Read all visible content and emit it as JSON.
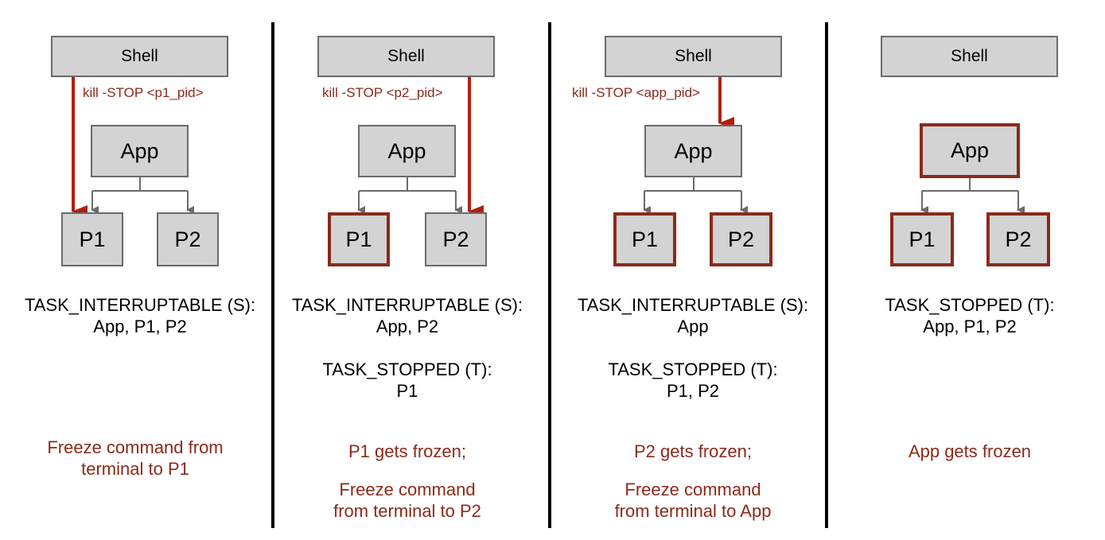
{
  "panels": [
    {
      "shell": "Shell",
      "app": "App",
      "p1": "P1",
      "p2": "P2",
      "command": "kill -STOP <p1_pid>",
      "state1_title": "TASK_INTERRUPTABLE (S):",
      "state1_list": "App, P1, P2",
      "caption1": "Freeze command from",
      "caption2": "terminal to P1"
    },
    {
      "shell": "Shell",
      "app": "App",
      "p1": "P1",
      "p2": "P2",
      "command": "kill -STOP <p2_pid>",
      "state1_title": "TASK_INTERRUPTABLE (S):",
      "state1_list": "App, P2",
      "state2_title": "TASK_STOPPED (T):",
      "state2_list": "P1",
      "caption1": "P1 gets frozen;",
      "caption2": "Freeze command",
      "caption3": "from terminal to P2"
    },
    {
      "shell": "Shell",
      "app": "App",
      "p1": "P1",
      "p2": "P2",
      "command": "kill -STOP <app_pid>",
      "state1_title": "TASK_INTERRUPTABLE (S):",
      "state1_list": "App",
      "state2_title": "TASK_STOPPED (T):",
      "state2_list": "P1, P2",
      "caption1": "P2 gets frozen;",
      "caption2": "Freeze command",
      "caption3": "from terminal to App"
    },
    {
      "shell": "Shell",
      "app": "App",
      "p1": "P1",
      "p2": "P2",
      "state1_title": "TASK_STOPPED (T):",
      "state1_list": "App, P1, P2",
      "caption1": "App gets frozen"
    }
  ],
  "colors": {
    "accent": "#8b2a1a",
    "box_fill": "#d3d3d3",
    "box_border": "#6b6b6b",
    "divider": "#000000"
  }
}
